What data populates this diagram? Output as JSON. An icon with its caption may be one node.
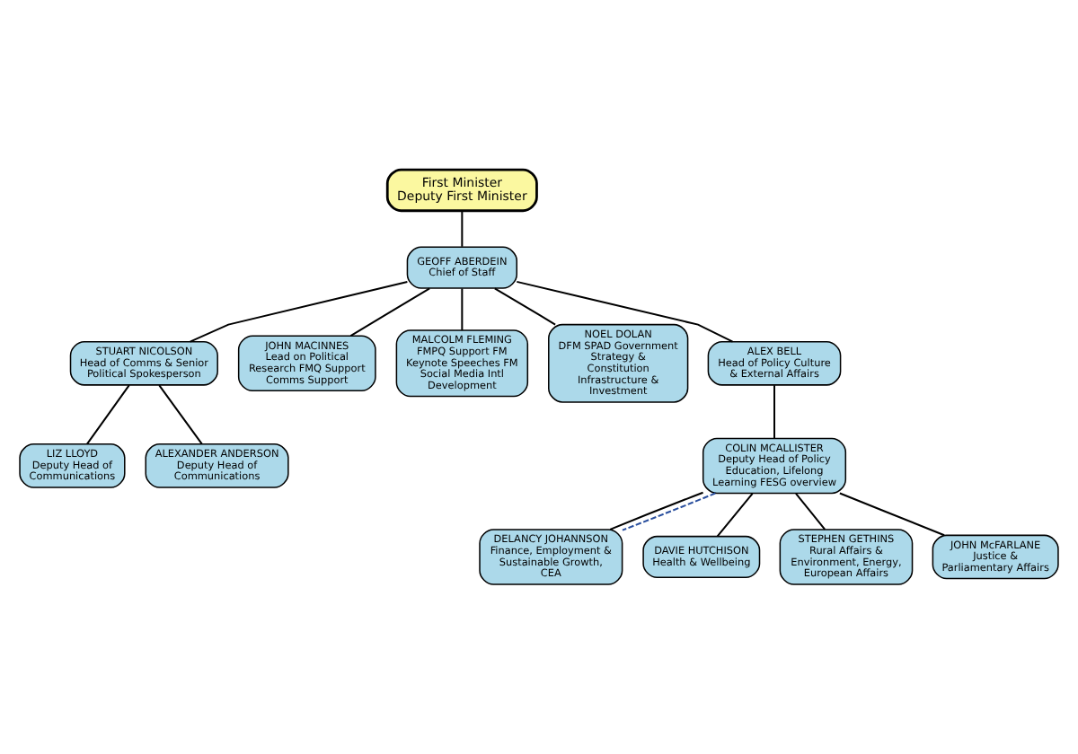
{
  "diagram": {
    "nodes": [
      {
        "text": [
          "First Minister",
          "Deputy First Minister"
        ]
      },
      {
        "text": [
          "GEOFF ABERDEIN",
          "Chief of Staff"
        ]
      },
      {
        "text": [
          "STUART NICOLSON",
          "Head of Comms & Senior Political Spokesperson"
        ]
      },
      {
        "text": [
          "JOHN MACINNES",
          "Lead on Political Research FMQ Support Comms Support"
        ]
      },
      {
        "text": [
          "MALCOLM FLEMING",
          "FMPQ Support FM Keynote Speeches FM Social Media Intl Development"
        ]
      },
      {
        "text": [
          "NOEL DOLAN",
          "DFM SPAD Government Strategy & Constitution Infrastructure & Investment"
        ]
      },
      {
        "text": [
          "ALEX BELL",
          "Head of Policy Culture & External Affairs"
        ]
      },
      {
        "text": [
          "LIZ LLOYD",
          "Deputy Head of Communications"
        ]
      },
      {
        "text": [
          "ALEXANDER ANDERSON",
          "Deputy Head of Communications"
        ]
      },
      {
        "text": [
          "COLIN MCALLISTER",
          "Deputy Head of Policy Education, Lifelong Learning FESG overview"
        ]
      },
      {
        "text": [
          "DELANCY JOHANNSON",
          "Finance, Employment & Sustainable Growth, CEA"
        ]
      },
      {
        "text": [
          "DAVIE HUTCHISON",
          "Health & Wellbeing"
        ]
      },
      {
        "text": [
          "STEPHEN GETHINS",
          "Rural Affairs & Environment, Energy, European Affairs"
        ]
      },
      {
        "text": [
          "JOHN McFARLANE",
          "Justice & Parliamentary Affairs"
        ]
      }
    ],
    "edges": [
      {
        "from": 0,
        "to": 1,
        "arrow": "none"
      },
      {
        "from": 1,
        "to": 2,
        "arrow": "none"
      },
      {
        "from": 1,
        "to": 3,
        "arrow": "none"
      },
      {
        "from": 1,
        "to": 4,
        "arrow": "none"
      },
      {
        "from": 1,
        "to": 5,
        "arrow": "none"
      },
      {
        "from": 1,
        "to": 6,
        "arrow": "none"
      },
      {
        "from": 2,
        "to": 7,
        "arrow": "none"
      },
      {
        "from": 2,
        "to": 8,
        "arrow": "none"
      },
      {
        "from": 6,
        "to": 9,
        "arrow": "none"
      },
      {
        "from": 9,
        "to": 10,
        "arrow": "none"
      },
      {
        "from": 9,
        "to": 11,
        "arrow": "none"
      },
      {
        "from": 9,
        "to": 12,
        "arrow": "none"
      },
      {
        "from": 9,
        "to": 13,
        "arrow": "none"
      },
      {
        "from": 9,
        "to": 10,
        "arrow": "none",
        "style": "dashed",
        "color": "#2a4f9e"
      }
    ]
  }
}
